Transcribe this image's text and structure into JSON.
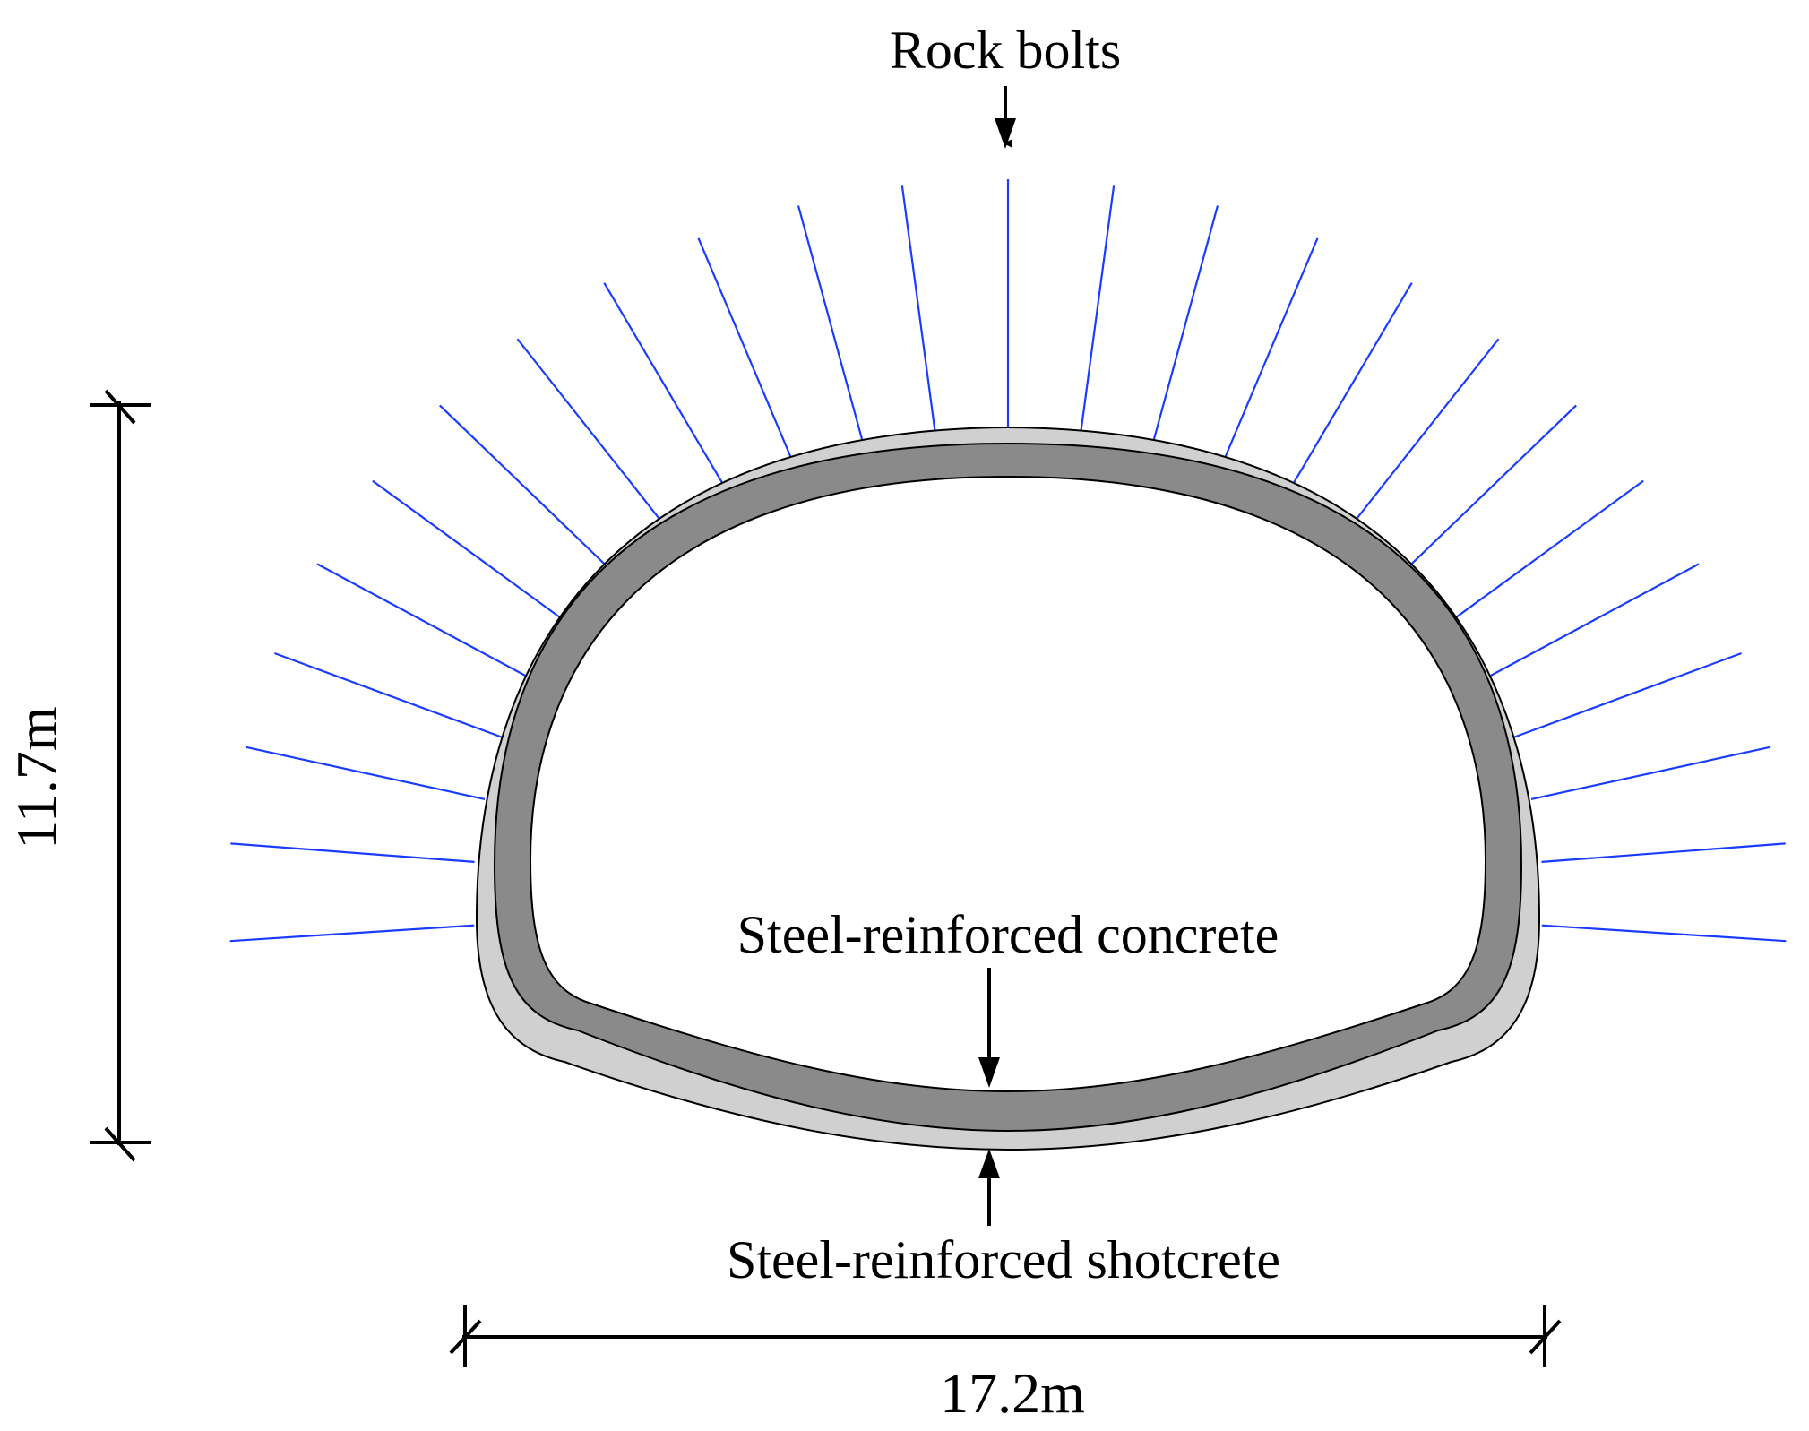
{
  "labels": {
    "rock_bolts": "Rock bolts",
    "concrete": "Steel-reinforced concrete",
    "shotcrete": "Steel-reinforced shotcrete",
    "height": "11.7m",
    "width": "17.2m"
  },
  "bolt_count": 25,
  "colors": {
    "bolt": "#1a3cff",
    "concrete": "#8a8a8a",
    "shotcrete": "#d0d0d0",
    "outline": "#000000",
    "background": "#ffffff"
  }
}
